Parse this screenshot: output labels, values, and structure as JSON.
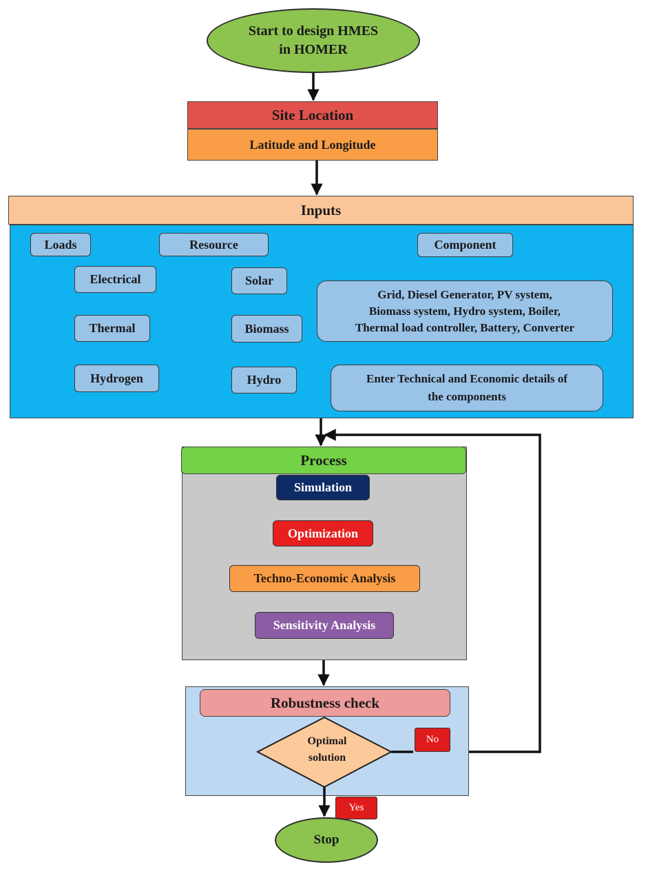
{
  "start": {
    "line1": "Start to design HMES",
    "line2": "in HOMER"
  },
  "site_location": {
    "title": "Site Location",
    "subtitle": "Latitude and Longitude"
  },
  "inputs": {
    "title": "Inputs",
    "loads": {
      "label": "Loads",
      "items": [
        "Electrical",
        "Thermal",
        "Hydrogen"
      ]
    },
    "resource": {
      "label": "Resource",
      "items": [
        "Solar",
        "Biomass",
        "Hydro"
      ]
    },
    "component": {
      "label": "Component",
      "list_lines": [
        "Grid, Diesel Generator, PV system,",
        "Biomass system, Hydro system, Boiler,",
        "Thermal load controller, Battery, Converter"
      ],
      "details_lines": [
        "Enter Technical and Economic details of",
        "the components"
      ]
    }
  },
  "process": {
    "title": "Process",
    "steps": [
      "Simulation",
      "Optimization",
      "Techno-Economic Analysis",
      "Sensitivity Analysis"
    ]
  },
  "robustness": {
    "title": "Robustness check",
    "decision_line1": "Optimal",
    "decision_line2": "solution",
    "no_label": "No",
    "yes_label": "Yes"
  },
  "stop": {
    "label": "Stop"
  },
  "colors": {
    "start_stop_green": "#8dc44f",
    "site_title_red": "#e2524d",
    "site_sub_orange": "#f99e47",
    "inputs_title_peach": "#fbc59a",
    "inputs_panel_blue": "#11b2f0",
    "input_box_blue": "#9ac3e8",
    "process_title_green": "#74d247",
    "process_panel_grey": "#c9c9c9",
    "simulation_navy": "#0e2b66",
    "optimization_red": "#e81f1f",
    "analysis_orange": "#f99e47",
    "sensitivity_purple": "#8c5ca4",
    "robustness_panel": "#bed8f1",
    "robustness_title_pink": "#ee9b9b",
    "decision_orange": "#fcc99b",
    "tag_red": "#e01b1b"
  }
}
